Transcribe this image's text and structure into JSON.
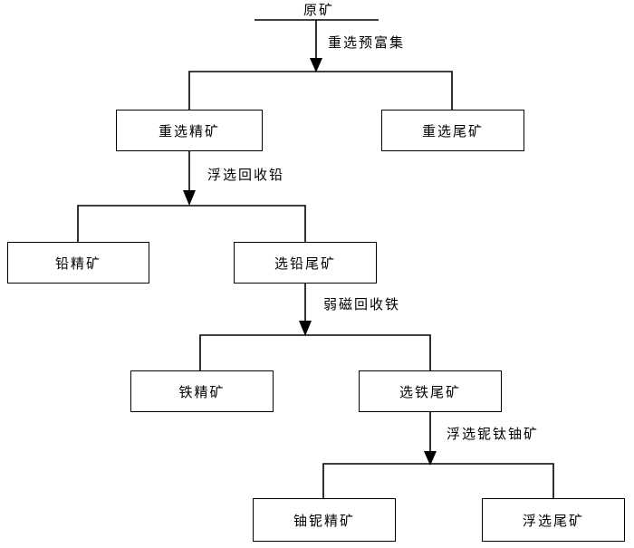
{
  "flowchart": {
    "source": "原矿",
    "steps": [
      {
        "operation": "重选预富集",
        "concentrate": "重选精矿",
        "tailing": "重选尾矿"
      },
      {
        "operation": "浮选回收铅",
        "concentrate": "铅精矿",
        "tailing": "选铅尾矿"
      },
      {
        "operation": "弱磁回收铁",
        "concentrate": "铁精矿",
        "tailing": "选铁尾矿"
      },
      {
        "operation": "浮选铌钛铀矿",
        "concentrate": "铀铌精矿",
        "tailing": "浮选尾矿"
      }
    ]
  }
}
